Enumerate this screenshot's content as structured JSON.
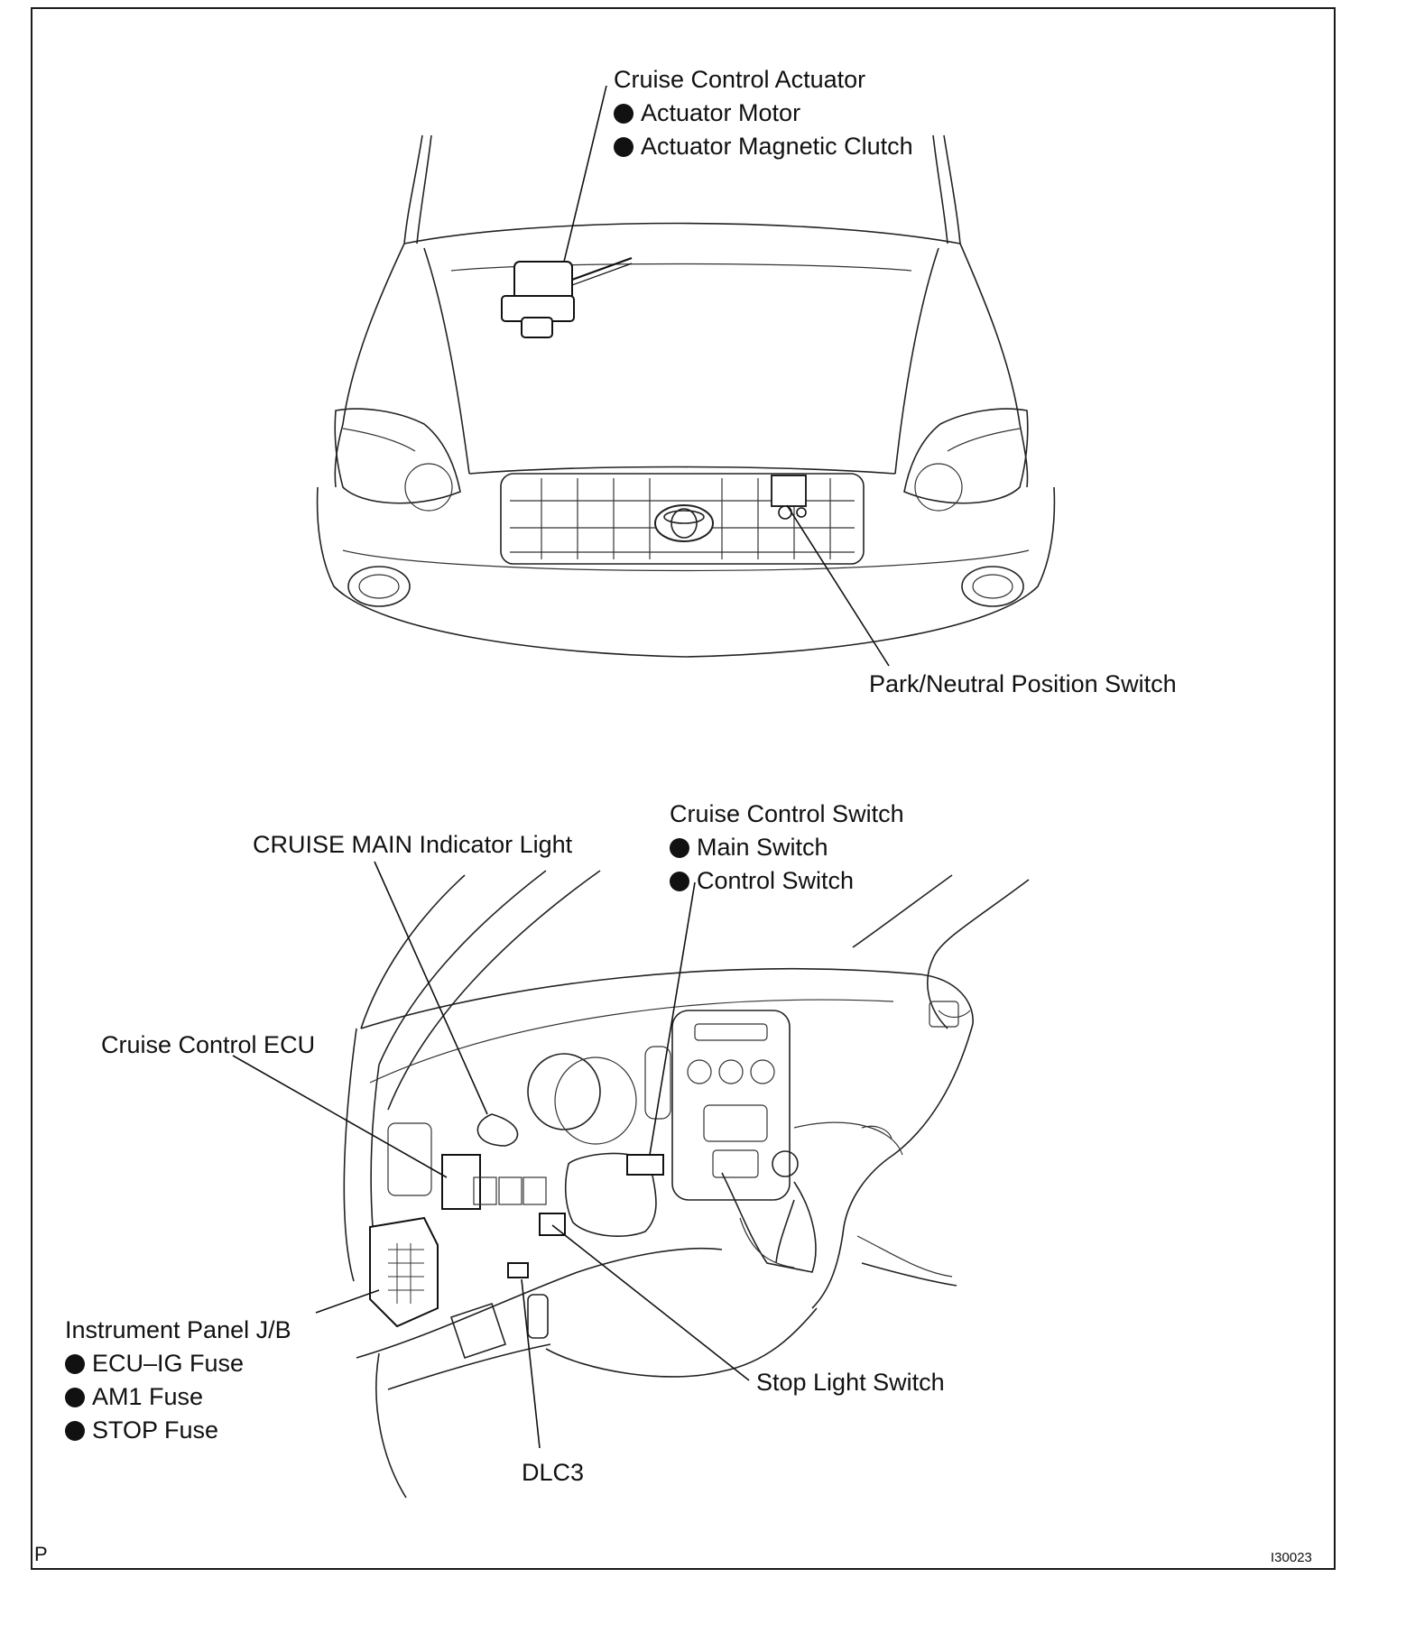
{
  "labels": {
    "actuator": {
      "title": "Cruise Control Actuator",
      "items": [
        "Actuator Motor",
        "Actuator Magnetic Clutch"
      ]
    },
    "park_neutral": "Park/Neutral Position Switch",
    "cruise_switch": {
      "title": "Cruise Control Switch",
      "items": [
        "Main Switch",
        "Control Switch"
      ]
    },
    "cruise_main_light": "CRUISE MAIN Indicator Light",
    "cruise_ecu": "Cruise Control ECU",
    "junction_block": {
      "title": "Instrument Panel J/B",
      "items": [
        "ECU–IG Fuse",
        "AM1 Fuse",
        "STOP Fuse"
      ]
    },
    "stop_light_switch": "Stop Light Switch",
    "dlc3": "DLC3"
  },
  "footer": {
    "page_marker": "P",
    "figure_code": "I30023"
  }
}
